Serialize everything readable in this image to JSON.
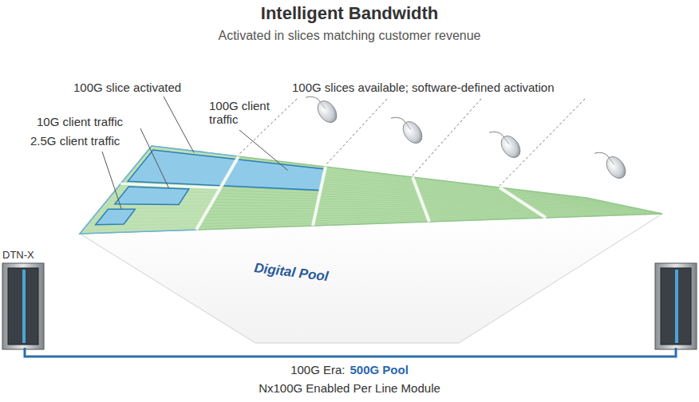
{
  "diagram": {
    "title": "Intelligent Bandwidth",
    "nodes": [
      {
        "text": [
          "Digital Pool"
        ]
      },
      {
        "text": [
          "DTN-X"
        ]
      }
    ],
    "labels": [
      "Activated in slices matching customer revenue",
      "100G slice activated",
      "10G client traffic",
      "2.5G client traffic",
      "100G client traffic",
      "100G slices available; software-defined activation",
      "100G Era:",
      "500G Pool",
      "Nx100G Enabled Per Line Module"
    ]
  }
}
